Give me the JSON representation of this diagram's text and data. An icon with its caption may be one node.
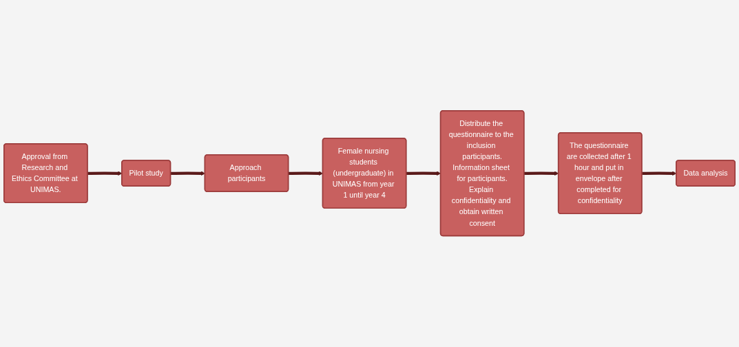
{
  "diagram": {
    "nodes": [
      {
        "text": [
          "Approval from Research and Ethics Committee at UNIMAS."
        ]
      },
      {
        "text": [
          "Pilot study"
        ]
      },
      {
        "text": [
          "Approach participants"
        ]
      },
      {
        "text": [
          "Female nursing students (undergraduate) in UNIMAS from year 1 until year 4"
        ]
      },
      {
        "text": [
          "Distribute the questionnaire to the inclusion participants.",
          "Information sheet for participants.",
          "Explain confidentiality and obtain written consent"
        ]
      },
      {
        "text": [
          "The questionnaire are collected after 1 hour and put in envelope after completed for confidentiality"
        ]
      },
      {
        "text": [
          "Data analysis"
        ]
      }
    ],
    "edges": [
      {
        "from": 0,
        "to": 1,
        "arrow": "to"
      },
      {
        "from": 1,
        "to": 2,
        "arrow": "to"
      },
      {
        "from": 2,
        "to": 3,
        "arrow": "to"
      },
      {
        "from": 3,
        "to": 4,
        "arrow": "to"
      },
      {
        "from": 4,
        "to": 5,
        "arrow": "to"
      },
      {
        "from": 5,
        "to": 6,
        "arrow": "to"
      }
    ]
  }
}
